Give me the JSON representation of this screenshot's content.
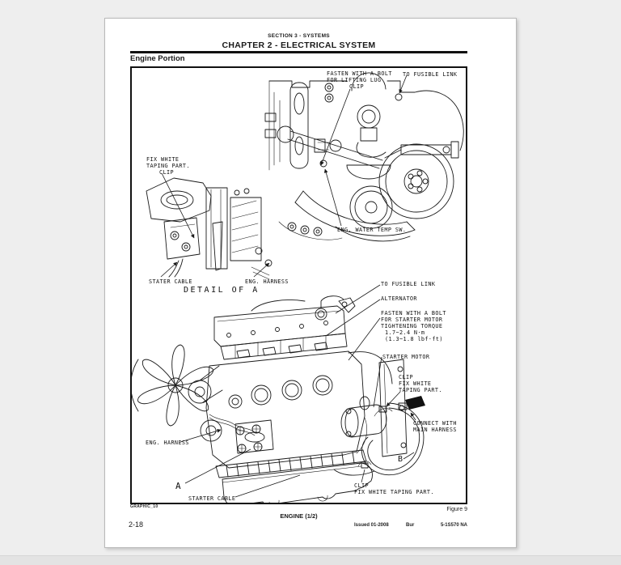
{
  "colors": {
    "ink": "#1a1a1a",
    "page_bg": "#ffffff",
    "canvas_bg": "#eeeeee"
  },
  "header": {
    "section": "SECTION 3 - SYSTEMS",
    "chapter": "CHAPTER 2 - ELECTRICAL SYSTEM",
    "title": "Engine Portion"
  },
  "figure": {
    "graphic_id": "GRAPHIC_10",
    "caption": "Figure 9",
    "title": "ENGINE (1/2)",
    "detail_title": "DETAIL OF A",
    "labels": {
      "fasten_lifting_1": "FASTEN WITH A BOLT",
      "fasten_lifting_2": "FOR LIFTING LUG",
      "clip_top": "CLIP",
      "fusible_top": "TO FUSIBLE LINK",
      "fix_white_1": "FIX WHITE",
      "fix_white_2": "TAPING PART.",
      "clip_left": "CLIP",
      "water_temp": "ENG. WATER TEMP SW.",
      "stater_cable": "STATER CABLE",
      "eng_harness_top": "ENG. HARNESS",
      "fusible_main": "TO FUSIBLE LINK",
      "alternator": "ALTERNATOR",
      "fasten_starter_1": "FASTEN WITH A BOLT",
      "fasten_starter_2": "FOR STARTER MOTOR",
      "fasten_starter_3": "TIGHTENING TORQUE",
      "fasten_starter_4": "1.7~2.4 N·m",
      "fasten_starter_5": "(1.3~1.8 lbf·ft)",
      "starter_motor": "STARTER MOTOR",
      "clip_right_1": "CLIP",
      "clip_right_2": "FIX WHITE",
      "clip_right_3": "TAPING PART.",
      "connect_1": "CONNECT WITH",
      "connect_2": "MAIN HARNESS",
      "point_b": "B",
      "clip_bottom_1": "CLIP",
      "clip_bottom_2": "FIX WHITE TAPING PART.",
      "eng_harness_bottom": "ENG. HARNESS",
      "point_a": "A",
      "starter_cable": "STARTER CABLE"
    }
  },
  "footer": {
    "page_number": "2-18",
    "issued": "Issued 01-2008",
    "issued_by": "Bur",
    "doc_code": "5-1S570 NA"
  }
}
